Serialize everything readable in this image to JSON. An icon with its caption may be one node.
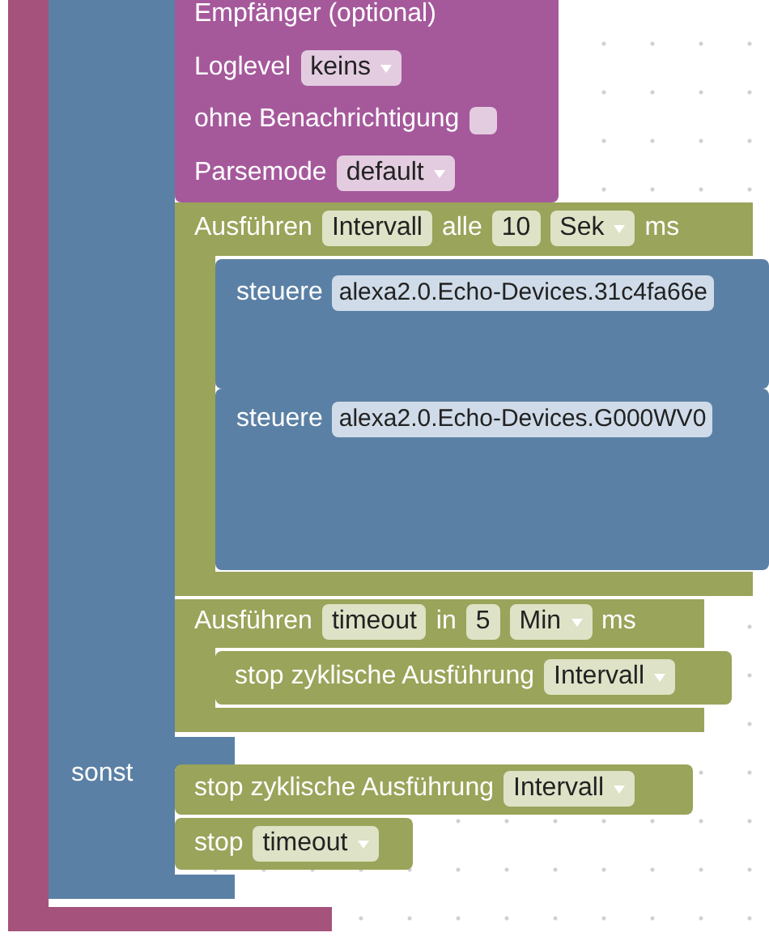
{
  "diagram": {
    "nodes": [
      {
        "text": [],
        "shape": "box"
      },
      {
        "text": [
          "sonst"
        ],
        "in": 0
      },
      {
        "text": [
          "Empfänger (optional)",
          "Loglevel",
          "keins",
          "ohne Benachrichtigung",
          "Parsemode",
          "default"
        ]
      },
      {
        "text": [
          "Ausführen",
          "Intervall",
          "alle",
          "10",
          "Sek",
          "ms"
        ]
      },
      {
        "text": [
          "steuere",
          "alexa2.0.Echo-Devices.31c4fa66e"
        ],
        "in": 3
      },
      {
        "text": [
          "steuere",
          "alexa2.0.Echo-Devices.G000WV0"
        ],
        "in": 3
      },
      {
        "text": [
          "Ausführen",
          "timeout",
          "in",
          "5",
          "Min",
          "ms"
        ]
      },
      {
        "text": [
          "stop zyklische Ausführung",
          "Intervall"
        ],
        "in": 6
      },
      {
        "text": [
          "stop zyklische Ausführung",
          "Intervall"
        ]
      },
      {
        "text": [
          "stop",
          "timeout"
        ]
      }
    ],
    "edges": []
  }
}
